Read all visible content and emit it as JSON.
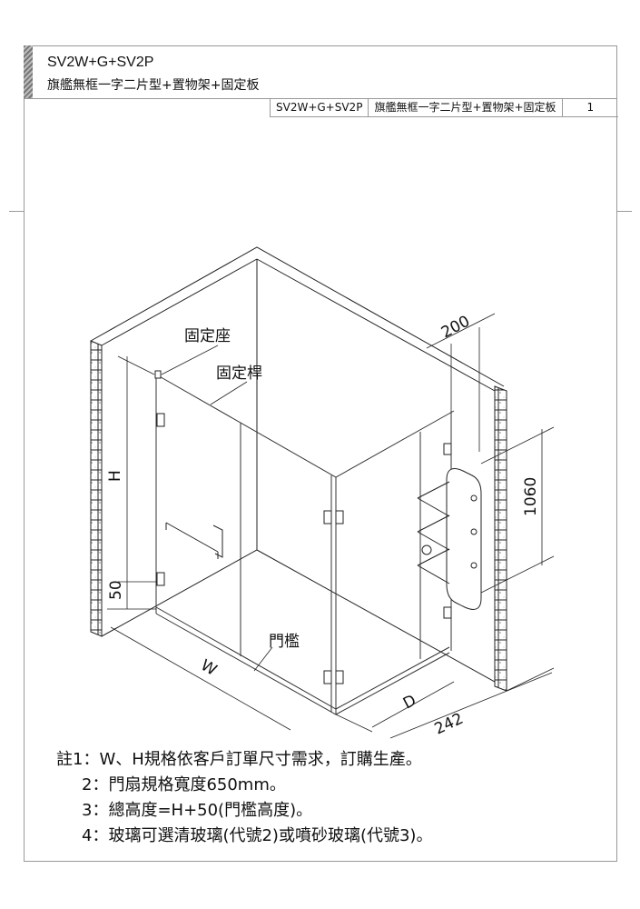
{
  "header": {
    "model": "SV2W+G+SV2P",
    "name": "旗艦無框一字二片型+置物架+固定板"
  },
  "title_block": {
    "model": "SV2W+G+SV2P",
    "name": "旗艦無框一字二片型+置物架+固定板",
    "page": "1"
  },
  "drawing": {
    "labels": {
      "fixed_seat": "固定座",
      "fixed_bar": "固定桿",
      "threshold": "門檻"
    },
    "dimensions": {
      "height": "H",
      "threshold_height": "50",
      "width": "W",
      "depth": "D",
      "shelf_depth": "242",
      "shelf_offset": "200",
      "shelf_height": "1060"
    }
  },
  "notes": [
    "註1：W、H規格依客戶訂單尺寸需求，訂購生產。",
    "2：門扇規格寬度650mm。",
    "3：總高度=H+50(門檻高度)。",
    "4：玻璃可選清玻璃(代號2)或噴砂玻璃(代號3)。"
  ]
}
